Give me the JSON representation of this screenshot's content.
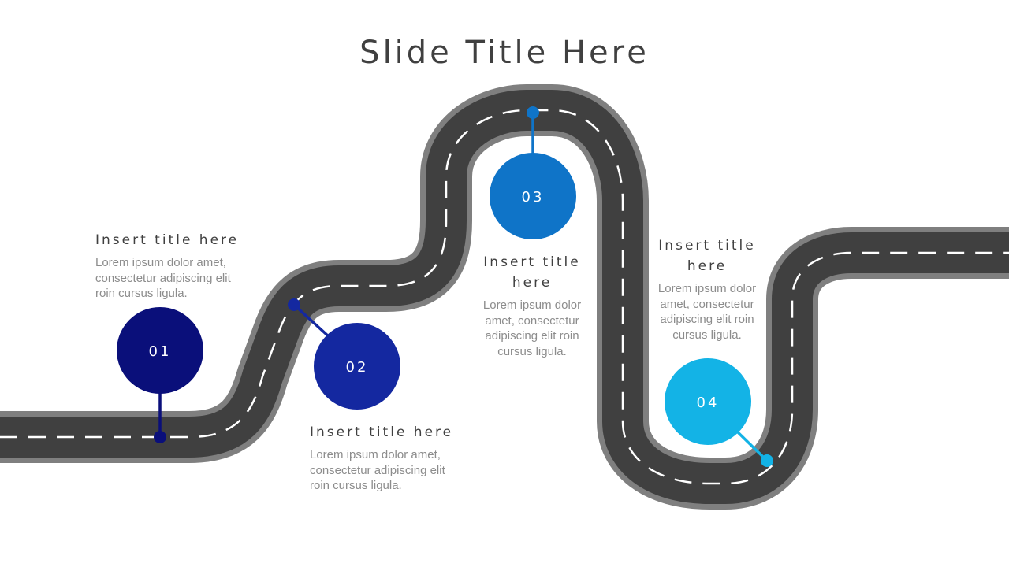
{
  "slide": {
    "title": "Slide Title Here"
  },
  "colors": {
    "road": "#404040",
    "road_edge": "#7f7f7f",
    "lane_marking": "#ffffff",
    "milestone_1": "#0a0f7a",
    "milestone_2": "#1428a0",
    "milestone_3": "#0f74c8",
    "milestone_4": "#13b3e6",
    "title_text": "#404040",
    "body_text": "#8c8c8c"
  },
  "milestones": [
    {
      "label": "01",
      "title": "Insert title here",
      "body": "Lorem ipsum dolor amet, consectetur adipiscing elit roin cursus ligula."
    },
    {
      "label": "02",
      "title": "Insert title here",
      "body": "Lorem ipsum dolor amet, consectetur adipiscing elit roin cursus ligula."
    },
    {
      "label": "03",
      "title": "Insert title here",
      "body": "Lorem ipsum dolor amet, consectetur adipiscing elit roin cursus ligula."
    },
    {
      "label": "04",
      "title": "Insert title here",
      "body": "Lorem ipsum dolor amet, consectetur adipiscing elit roin cursus ligula."
    }
  ]
}
